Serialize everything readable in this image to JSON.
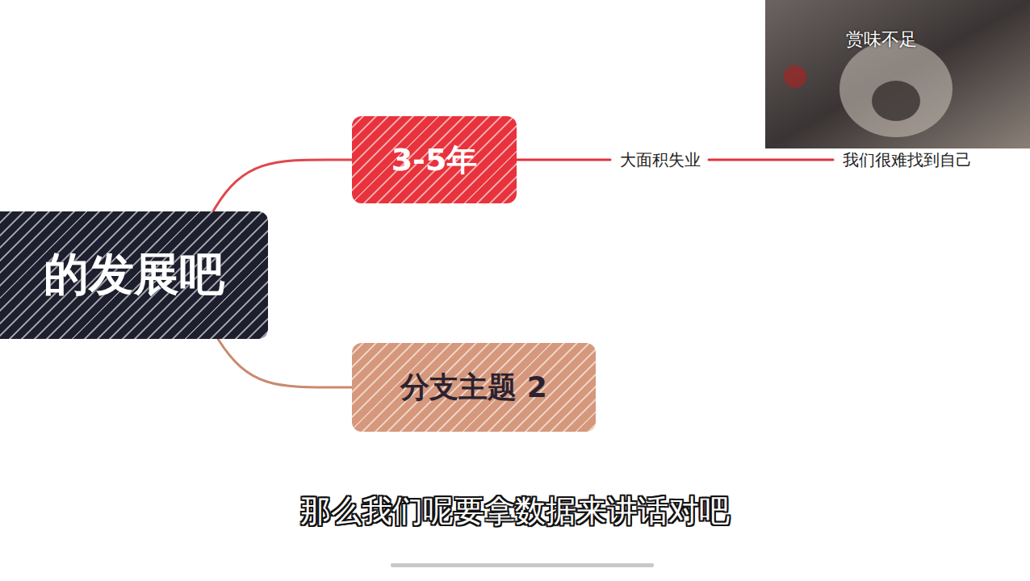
{
  "diagram": {
    "nodes": [
      {
        "text": [
          "的发展吧"
        ]
      },
      {
        "text": [
          "3-5年"
        ]
      },
      {
        "text": [
          "大面积失业"
        ]
      },
      {
        "text": [
          "我们很难找到自己"
        ]
      },
      {
        "text": [
          "分支主题 2"
        ]
      }
    ],
    "edges": [
      {
        "from": 0,
        "to": 1,
        "arrow": "none"
      },
      {
        "from": 0,
        "to": 4,
        "arrow": "none"
      },
      {
        "from": 1,
        "to": 2,
        "arrow": "none"
      },
      {
        "from": 2,
        "to": 3,
        "arrow": "none"
      }
    ],
    "labels": [
      "赏味不足",
      "那么我们呢要拿数据来讲话对吧"
    ]
  }
}
